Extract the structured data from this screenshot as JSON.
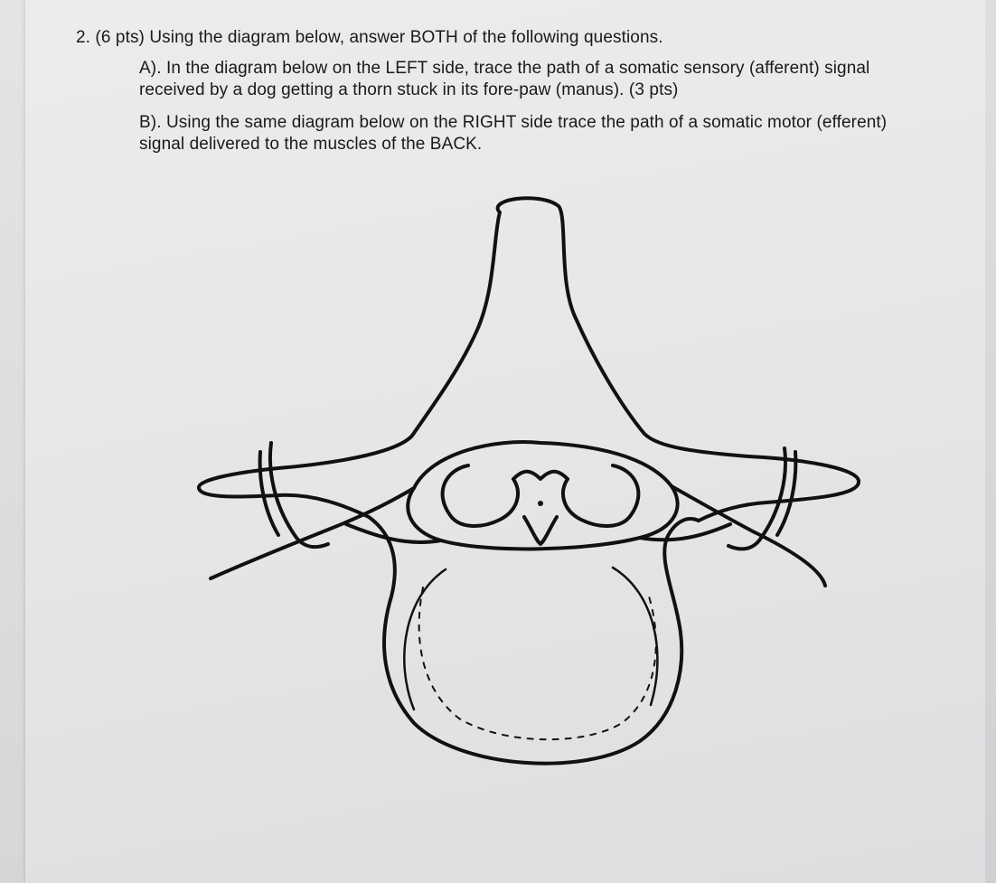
{
  "question": {
    "title": "2. (6 pts) Using the diagram below, answer BOTH of the following questions.",
    "part_a": "A). In the diagram below on the LEFT side, trace the path of a somatic sensory (afferent) signal received by a dog getting a thorn stuck in its fore-paw (manus). (3 pts)",
    "part_b": "B). Using the same diagram below on the RIGHT side trace the path of a somatic motor (efferent) signal delivered to the muscles of the BACK."
  },
  "diagram": {
    "subject": "vertebra-cross-section-with-spinal-cord",
    "line_color": "#111111",
    "background_color": "#e9e9eb"
  }
}
